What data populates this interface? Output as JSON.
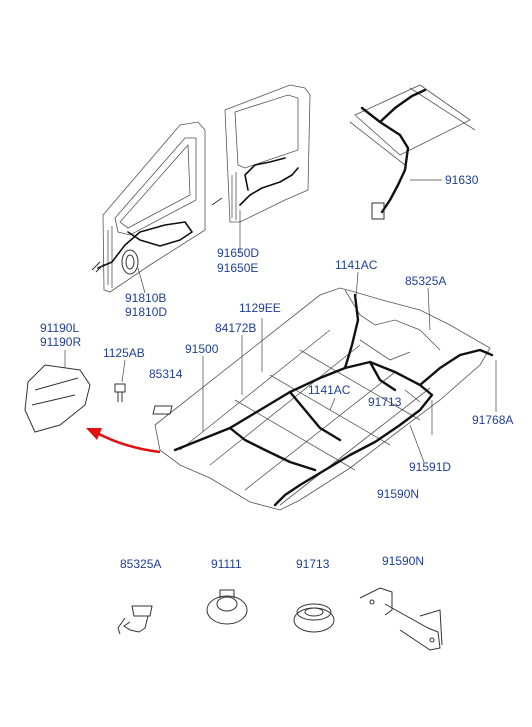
{
  "labels": {
    "l91630": "91630",
    "l91650D": "91650D",
    "l91650E": "91650E",
    "l91810B": "91810B",
    "l91810D": "91810D",
    "l1141AC_top": "1141AC",
    "l85325A_top": "85325A",
    "l1129EE": "1129EE",
    "l84172B": "84172B",
    "l91190L": "91190L",
    "l91190R": "91190R",
    "l1125AB": "1125AB",
    "l91500": "91500",
    "l85314": "85314",
    "l1141AC_mid": "1141AC",
    "l91713_mid": "91713",
    "l91768A": "91768A",
    "l91591D": "91591D",
    "l91590N_mid": "91590N",
    "l85325A_bot": "85325A",
    "l91111": "91111",
    "l91713_bot": "91713",
    "l91590N_bot": "91590N"
  },
  "colors": {
    "label": "#1f3f8f",
    "arrow": "#e01010",
    "line": "#333333"
  }
}
